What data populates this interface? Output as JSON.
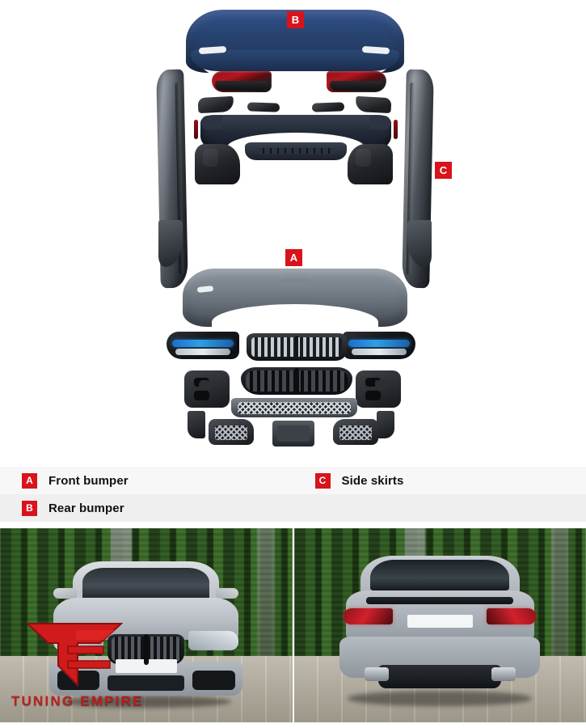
{
  "product": {
    "type": "body-kit-parts-diagram",
    "vehicle_style": "sedan"
  },
  "diagram": {
    "markers": [
      {
        "id": "B",
        "label": "B",
        "target": "rear-bumper"
      },
      {
        "id": "C",
        "label": "C",
        "target": "side-skirts"
      },
      {
        "id": "A",
        "label": "A",
        "target": "front-bumper"
      }
    ],
    "marker_color": "#d9131c",
    "background": "#ffffff",
    "parts": {
      "rear_bumper_color": "#27436f",
      "front_bumper_color": "#78828b",
      "side_skirt_color": "#4f545c",
      "taillight_color": "#b3161f",
      "headlight_accent_color": "#2e9fe8",
      "grille_color": "#14171a"
    }
  },
  "legend": {
    "rows": [
      {
        "left": {
          "badge": "A",
          "label": "Front bumper"
        },
        "right": {
          "badge": "C",
          "label": "Side skirts"
        }
      },
      {
        "left": {
          "badge": "B",
          "label": "Rear bumper"
        },
        "right": {
          "badge": "",
          "label": ""
        }
      }
    ],
    "badge_color": "#d9131c",
    "row_colors": [
      "#f7f7f7",
      "#efefef"
    ]
  },
  "photos": [
    {
      "name": "front-view-photo",
      "description": "Silver sedan front view with body kit installed, green hedge background",
      "car_color": "#b9bec4"
    },
    {
      "name": "rear-view-photo",
      "description": "Silver sedan rear view with body kit installed, green hedge background",
      "car_color": "#aeb4ba"
    }
  ],
  "watermark": {
    "text": "TUNING EMPIRE",
    "logo_letters": "TE",
    "color": "#c41a1a"
  }
}
